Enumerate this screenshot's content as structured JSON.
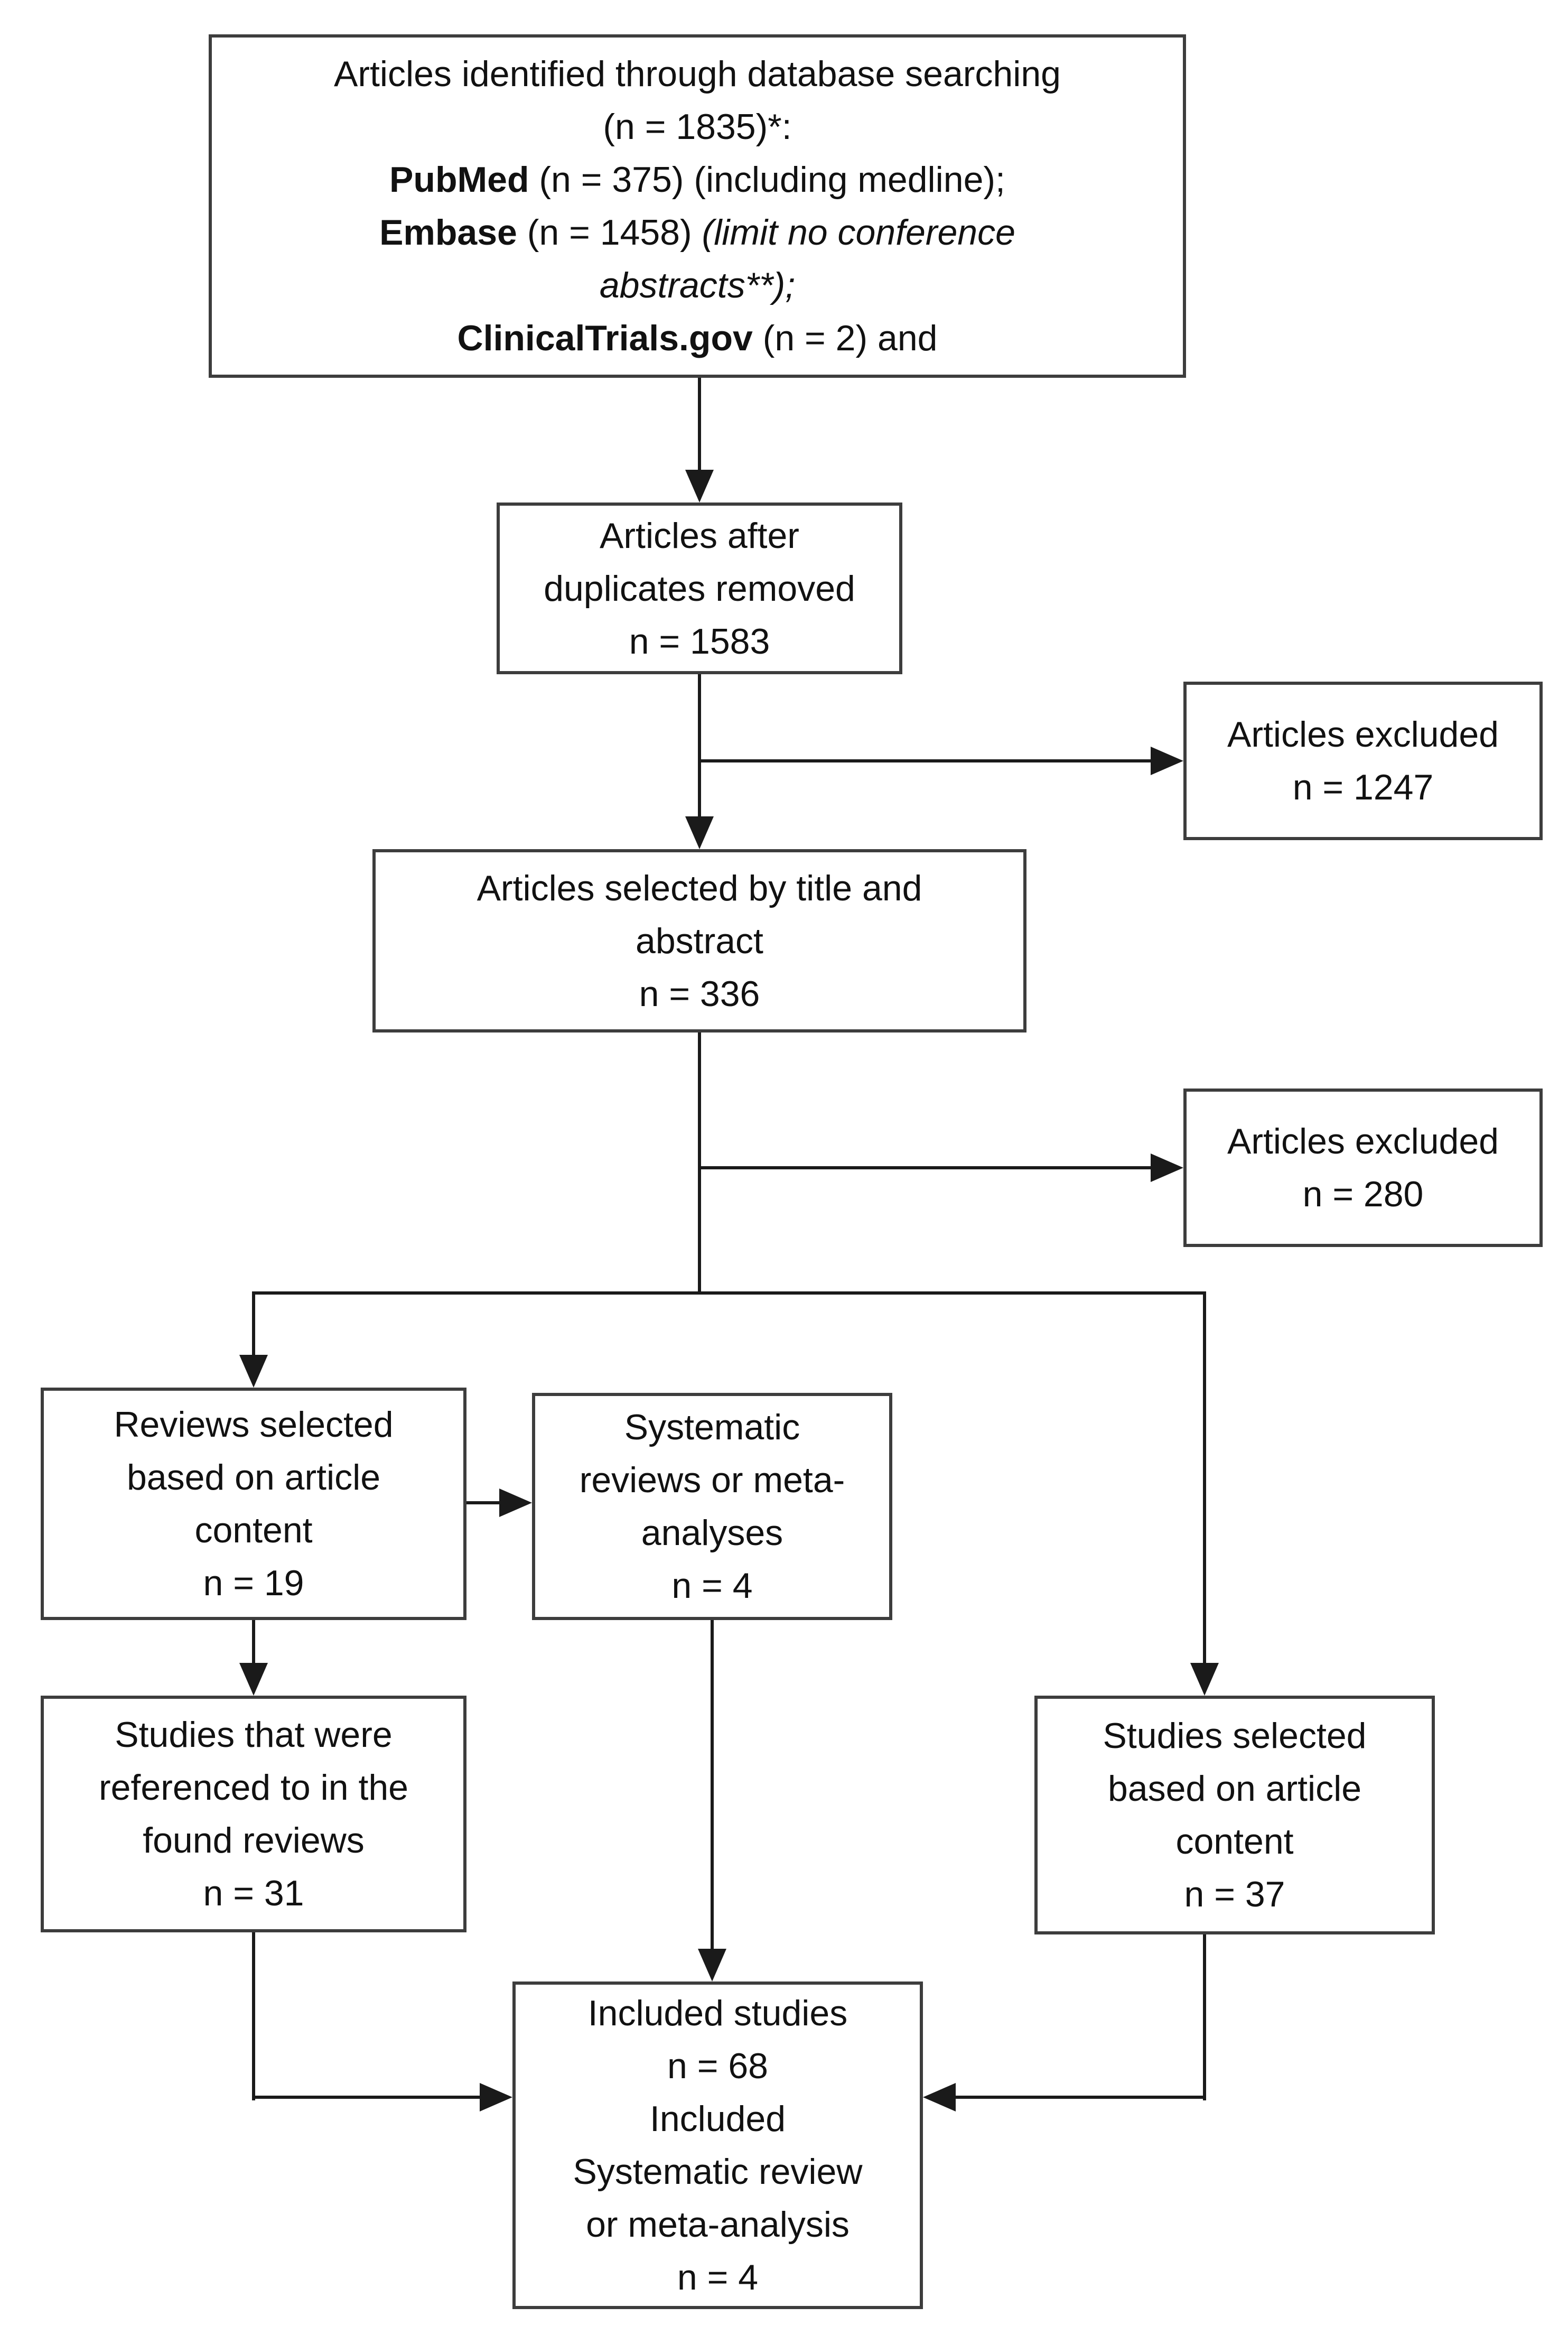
{
  "colors": {
    "box_border": "#3d3d3d",
    "connector": "#1a1a1a",
    "text": "#111111",
    "background": "#ffffff"
  },
  "flow": {
    "box_identification": {
      "line1": "Articles identified through database searching",
      "line2": "(n = 1835)*:",
      "line3_db": "PubMed",
      "line3_rest": " (n = 375) (including medline);",
      "line4_db": "Embase",
      "line4_count": " (n = 1458) ",
      "line4_note": "(limit no conference",
      "line5_note": "abstracts**);",
      "line6_db": "ClinicalTrials.gov",
      "line6_rest": " (n = 2) and"
    },
    "box_duplicates": {
      "lines": [
        "Articles after",
        "duplicates removed",
        "n = 1583"
      ]
    },
    "box_excluded_1": {
      "lines": [
        "Articles excluded",
        "n = 1247"
      ]
    },
    "box_title_abstract": {
      "lines": [
        "Articles selected by title and",
        "abstract",
        "n = 336"
      ]
    },
    "box_excluded_2": {
      "lines": [
        "Articles excluded",
        "n = 280"
      ]
    },
    "box_reviews": {
      "lines": [
        "Reviews selected",
        "based on article",
        "content",
        "n = 19"
      ]
    },
    "box_systematic": {
      "lines": [
        "Systematic",
        "reviews or meta-",
        "analyses",
        "n = 4"
      ]
    },
    "box_referenced": {
      "lines": [
        "Studies that were",
        "referenced to in the",
        "found reviews",
        "n = 31"
      ]
    },
    "box_studies_selected": {
      "lines": [
        "Studies selected",
        "based on article",
        "content",
        "n = 37"
      ]
    },
    "box_included": {
      "lines": [
        "Included studies",
        "n = 68",
        "Included",
        "Systematic review",
        "or meta-analysis",
        "n = 4"
      ]
    }
  }
}
